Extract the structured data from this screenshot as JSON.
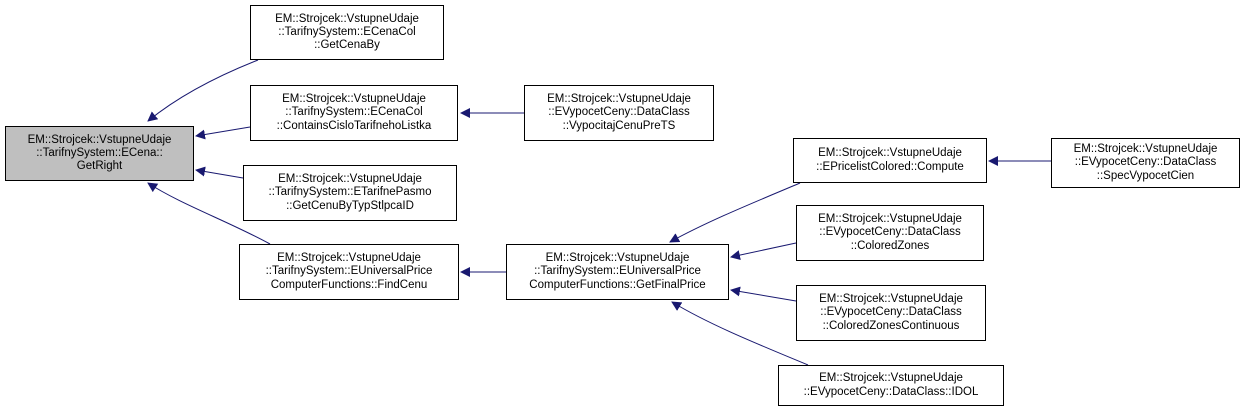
{
  "graph": {
    "nodes": [
      {
        "id": "n0",
        "lines": [
          "EM::Strojcek::VstupneUdaje",
          "::TarifnySystem::ECena::",
          "GetRight"
        ],
        "highlighted": true
      },
      {
        "id": "n1",
        "lines": [
          "EM::Strojcek::VstupneUdaje",
          "::TarifnySystem::ECenaCol",
          "::GetCenaBy"
        ]
      },
      {
        "id": "n2",
        "lines": [
          "EM::Strojcek::VstupneUdaje",
          "::TarifnySystem::ECenaCol",
          "::ContainsCisloTarifnehoListka"
        ]
      },
      {
        "id": "n3",
        "lines": [
          "EM::Strojcek::VstupneUdaje",
          "::TarifnySystem::ETarifnePasmo",
          "::GetCenuByTypStlpcaID"
        ]
      },
      {
        "id": "n4",
        "lines": [
          "EM::Strojcek::VstupneUdaje",
          "::TarifnySystem::EUniversalPrice",
          "ComputerFunctions::FindCenu"
        ]
      },
      {
        "id": "n5",
        "lines": [
          "EM::Strojcek::VstupneUdaje",
          "::EVypocetCeny::DataClass",
          "::VypocitajCenuPreTS"
        ]
      },
      {
        "id": "n6",
        "lines": [
          "EM::Strojcek::VstupneUdaje",
          "::TarifnySystem::EUniversalPrice",
          "ComputerFunctions::GetFinalPrice"
        ]
      },
      {
        "id": "n7",
        "lines": [
          "EM::Strojcek::VstupneUdaje",
          "::EPricelistColored::Compute"
        ]
      },
      {
        "id": "n8",
        "lines": [
          "EM::Strojcek::VstupneUdaje",
          "::EVypocetCeny::DataClass",
          "::ColoredZones"
        ]
      },
      {
        "id": "n9",
        "lines": [
          "EM::Strojcek::VstupneUdaje",
          "::EVypocetCeny::DataClass",
          "::ColoredZonesContinuous"
        ]
      },
      {
        "id": "n10",
        "lines": [
          "EM::Strojcek::VstupneUdaje",
          "::EVypocetCeny::DataClass::IDOL"
        ]
      },
      {
        "id": "n11",
        "lines": [
          "EM::Strojcek::VstupneUdaje",
          "::EVypocetCeny::DataClass",
          "::SpecVypocetCien"
        ]
      }
    ],
    "edges": [
      {
        "from": "n1",
        "to": "n0"
      },
      {
        "from": "n2",
        "to": "n0"
      },
      {
        "from": "n3",
        "to": "n0"
      },
      {
        "from": "n4",
        "to": "n0"
      },
      {
        "from": "n5",
        "to": "n2"
      },
      {
        "from": "n6",
        "to": "n4"
      },
      {
        "from": "n7",
        "to": "n6"
      },
      {
        "from": "n8",
        "to": "n6"
      },
      {
        "from": "n9",
        "to": "n6"
      },
      {
        "from": "n10",
        "to": "n6"
      },
      {
        "from": "n11",
        "to": "n7"
      }
    ],
    "colors": {
      "edge": "#191970",
      "root_fill": "#bfbfbf",
      "node_fill": "#ffffff",
      "border": "#000000"
    }
  }
}
